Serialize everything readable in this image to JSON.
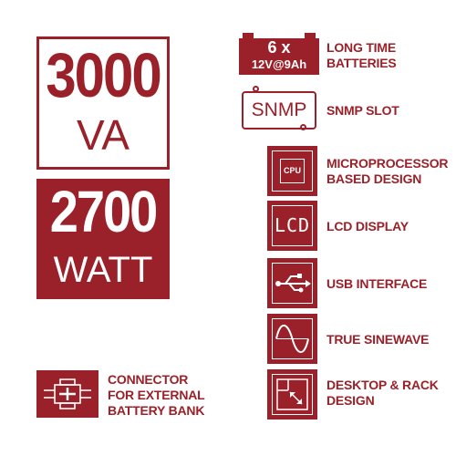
{
  "colors": {
    "accent": "#9a2129",
    "background": "#ffffff"
  },
  "va_box": {
    "value": "3000",
    "unit": "VA"
  },
  "watt_box": {
    "value": "2700",
    "unit": "WATT"
  },
  "batteries": {
    "icon_line1": "6 x",
    "icon_line2": "12V@9Ah",
    "label": "LONG TIME\nBATTERIES"
  },
  "snmp": {
    "icon_text": "SNMP",
    "label": "SNMP SLOT"
  },
  "cpu": {
    "icon_text": "CPU",
    "label": "MICROPROCESSOR\nBASED DESIGN"
  },
  "lcd": {
    "icon_text": "LCD",
    "label": "LCD DISPLAY"
  },
  "usb": {
    "icon": "usb-icon",
    "label": "USB INTERFACE"
  },
  "sine": {
    "icon": "sinewave-icon",
    "label": "TRUE SINEWAVE"
  },
  "rack": {
    "icon": "rack-icon",
    "label": "DESKTOP & RACK\nDESIGN"
  },
  "connector": {
    "icon": "connector-icon",
    "label": "CONNECTOR\nFOR EXTERNAL\nBATTERY BANK"
  }
}
